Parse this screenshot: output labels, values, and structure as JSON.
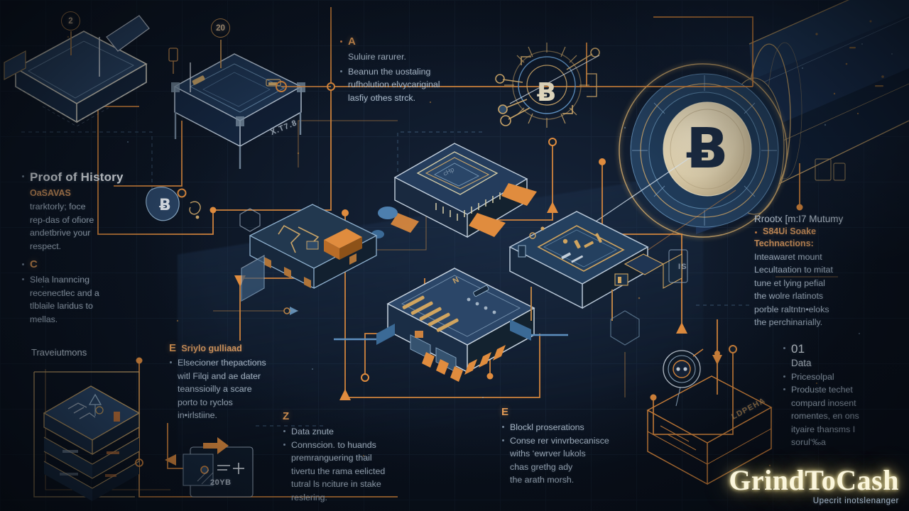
{
  "meta": {
    "title": "Bitcoin Mining Infrastructure Isometric Blueprint",
    "style": "dark navy isometric technical diagram with orange circuit routing"
  },
  "palette": {
    "background_dark": "#0b1320",
    "background_mid": "#16243a",
    "accent_orange": "#e08c3e",
    "accent_amber": "#c79050",
    "line_blue": "#5d8fbf",
    "text_primary": "#eef3f8",
    "text_body": "#aebdcd",
    "coin_cream": "#e2d4b4",
    "logo_cream": "#fbf6dc"
  },
  "notes": {
    "top_center": {
      "name": "top-center-annotation",
      "key": "A",
      "lines": [
        "Suluire rarurer.",
        "Beanun the uostaling",
        "rufholution elvycariginal",
        "lasfiy othes strck."
      ]
    },
    "left_upper": {
      "name": "proof-of-history-annotation",
      "heading": "Proof of History",
      "sub": "OaSAVAS",
      "lines": [
        "trarktorly; foce",
        "rep-das of ofiore",
        "andetbrive your",
        "respect."
      ]
    },
    "left_mid": {
      "name": "consensus-annotation",
      "key": "C",
      "lines": [
        "Slela lnanncing",
        "recenectlec and a",
        "tlblaile laridus to",
        "mellas."
      ]
    },
    "left_lower_label": {
      "name": "transactions-label",
      "text": "Traveiutmons"
    },
    "center_left": {
      "name": "energy-annotation",
      "key": "E",
      "sub": "Sriylo gulliaad",
      "lines": [
        "Elsecioner thepactions",
        "witl Filqi and ae dater",
        "teanssioilly a scare",
        "porto to ryclos",
        "in•irlstiine."
      ]
    },
    "center_bottom": {
      "name": "data-route-annotation",
      "key": "Z",
      "lines": [
        "Data znute",
        "Connscion. to huands",
        "premranguering thail",
        "tivertu the rama eelicted",
        "tutral ls nciture in stake",
        "reslering."
      ]
    },
    "right_bottom_center": {
      "name": "block-propagation-annotation",
      "key": "E",
      "lines": [
        "Blockl proserations",
        "Conse rer vinvrbecanisce",
        "withs ‘ewrver lukols",
        "chas grethg ady",
        "the arath morsh."
      ]
    },
    "right_upper": {
      "name": "network-security-annotation",
      "heading": "Rrootx [m:I7 Mutumy",
      "sub1": "S84Ui Soake",
      "sub2": "Technactions:",
      "lines": [
        "Inteawaret mount",
        "Lecultaation to mitat",
        "tune et lying pefial",
        "the wolre rlatinots",
        "porble raltntn•eloks",
        "the perchinarially."
      ]
    },
    "right_lower": {
      "name": "data-principal-annotation",
      "key": "01",
      "sub": "Data",
      "lines": [
        "Pricesolpal",
        "Produste techet",
        "compard inosent",
        "romentes, en ons",
        "ityaire thansms I",
        "sorul‘‰a"
      ]
    }
  },
  "callouts": [
    {
      "name": "callout-2",
      "label": "2"
    },
    {
      "name": "callout-20",
      "label": "20"
    }
  ],
  "stamps": [
    {
      "name": "part-stamp-xt78",
      "text": "X.T7.8"
    },
    {
      "name": "part-stamp-opena",
      "text": "LDPEHA"
    },
    {
      "name": "part-stamp-20yb",
      "text": "20YB"
    },
    {
      "name": "part-stamp-s",
      "text": "IS"
    }
  ],
  "icons": {
    "bitcoin_coin": {
      "name": "bitcoin-coin",
      "glyph": "Ƀ"
    },
    "bitcoin_node": {
      "name": "bitcoin-node-icon",
      "glyph": "Ƀ"
    },
    "rocket_node": {
      "name": "rocket-node-icon",
      "glyph": "Ƀ"
    },
    "plus": {
      "name": "plus-icon",
      "glyph": "+"
    },
    "equals": {
      "name": "equals-icon",
      "glyph": "="
    }
  },
  "logo": {
    "name": "grindtocash-watermark",
    "text": "GrindToCash",
    "tagline": "Upecrit inotslenanger"
  }
}
